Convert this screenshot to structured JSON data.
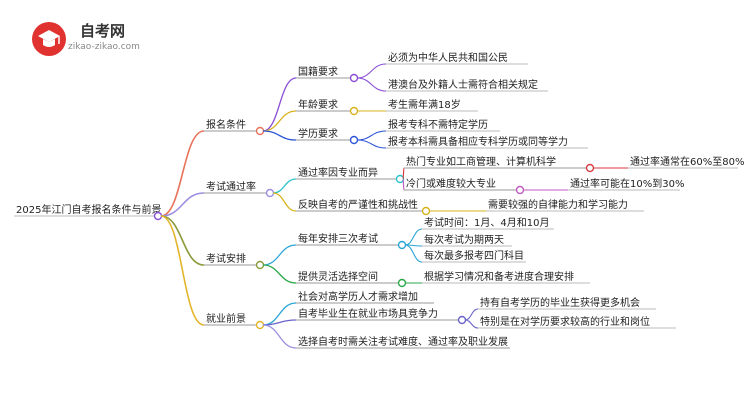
{
  "logo": {
    "title": "自考网",
    "url": "zikao-zikao.com"
  },
  "root": {
    "label": "2025年江门自考报名条件与前景"
  },
  "branches": [
    {
      "label": "报名条件",
      "color": "#e8735a",
      "children": [
        {
          "label": "国籍要求",
          "color": "#8a4fd6",
          "children": [
            {
              "label": "必须为中华人民共和国公民"
            },
            {
              "label": "港澳台及外籍人士需符合相关规定"
            }
          ]
        },
        {
          "label": "年龄要求",
          "color": "#d8b21e",
          "children": [
            {
              "label": "考生需年满18岁"
            }
          ]
        },
        {
          "label": "学历要求",
          "color": "#2f57d6",
          "children": [
            {
              "label": "报考专科不需特定学历"
            },
            {
              "label": "报考本科需具备相应专科学历或同等学力"
            }
          ]
        }
      ]
    },
    {
      "label": "考试通过率",
      "color": "#9b8fe0",
      "children": [
        {
          "label": "通过率因专业而异",
          "color": "#2cc2c9",
          "children": [
            {
              "label": "热门专业如工商管理、计算机科学",
              "color": "#d93b45",
              "children": [
                {
                  "label": "通过率通常在60%至80%"
                }
              ]
            },
            {
              "label": "冷门或难度较大专业",
              "color": "#c05bc4",
              "children": [
                {
                  "label": "通过率可能在10%到30%"
                }
              ]
            }
          ]
        },
        {
          "label": "反映自考的严谨性和挑战性",
          "color": "#d8b21e",
          "children": [
            {
              "label": "需要较强的自律能力和学习能力"
            }
          ]
        }
      ]
    },
    {
      "label": "考试安排",
      "color": "#8b9a3a",
      "children": [
        {
          "label": "每年安排三次考试",
          "color": "#2ba5d6",
          "children": [
            {
              "label": "考试时间：1月、4月和10月"
            },
            {
              "label": "每次考试为期两天"
            },
            {
              "label": "每次最多报考四门科目"
            }
          ]
        },
        {
          "label": "提供灵活选择空间",
          "color": "#2aa84a",
          "children": [
            {
              "label": "根据学习情况和备考进度合理安排"
            }
          ]
        }
      ]
    },
    {
      "label": "就业前景",
      "color": "#e3b52b",
      "children": [
        {
          "label": "社会对高学历人才需求增加",
          "color": "#2ba5d6",
          "children": []
        },
        {
          "label": "自考毕业生在就业市场具竞争力",
          "color": "#6a64c8",
          "children": [
            {
              "label": "持有自考学历的毕业生获得更多机会"
            },
            {
              "label": "特别是在对学历要求较高的行业和岗位"
            }
          ]
        },
        {
          "label": "选择自考时需关注考试难度、通过率及职业发展",
          "color": "#9b8fe0",
          "children": []
        }
      ]
    }
  ]
}
